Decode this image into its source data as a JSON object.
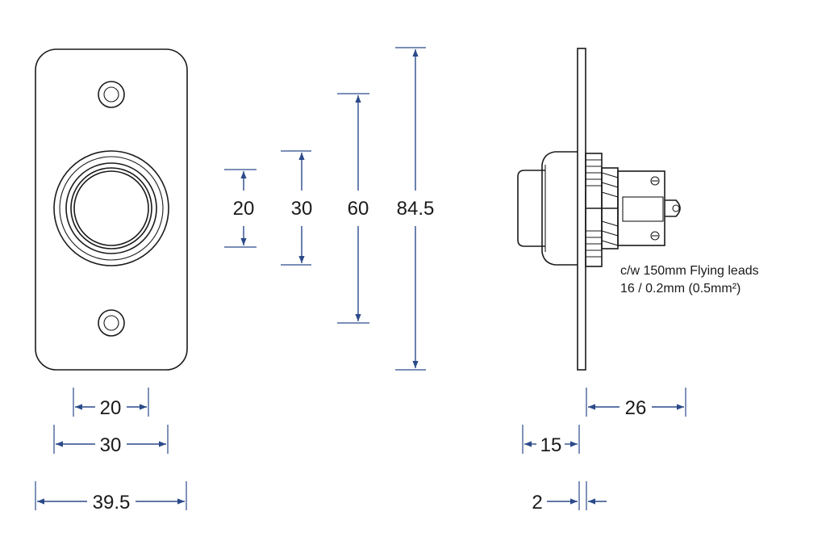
{
  "colors": {
    "dimension": "#2b4a8a",
    "outline": "#1a1a1a",
    "background": "#ffffff"
  },
  "dimensions": {
    "front_button_height": "20",
    "front_bezel_height": "30",
    "front_hole_spacing": "60",
    "front_plate_height": "84.5",
    "front_button_width": "20",
    "front_bezel_width": "30",
    "front_plate_width": "39.5",
    "side_body_depth": "26",
    "side_button_projection": "15",
    "side_plate_thickness": "2"
  },
  "note": {
    "line1": "c/w 150mm Flying leads",
    "line2": "16 / 0.2mm (0.5mm²)"
  }
}
